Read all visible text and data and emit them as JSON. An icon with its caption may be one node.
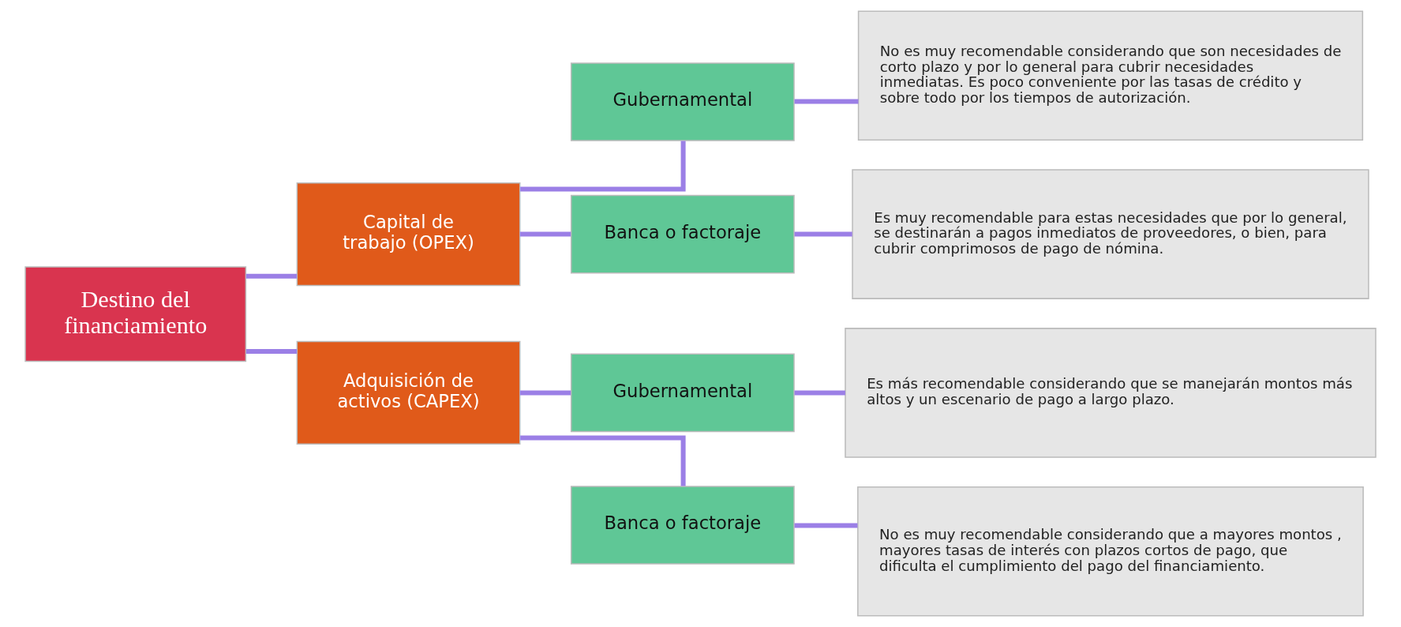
{
  "diagram": {
    "nodes": [
      {
        "text": [
          "Destino del financiamiento"
        ]
      },
      {
        "text": [
          "Capital de trabajo (OPEX)"
        ]
      },
      {
        "text": [
          "Gubernamental"
        ]
      },
      {
        "text": [
          "No es muy recomendable considerando que son necesidades de corto plazo y por lo general para cubrir necesidades inmediatas. Es poco conveniente por las tasas de crédito y sobre todo por los tiempos de autorización."
        ]
      },
      {
        "text": [
          "Banca o factoraje"
        ]
      },
      {
        "text": [
          "Es muy recomendable para estas necesidades que por lo general, se destinarán a pagos inmediatos de proveedores, o bien, para cubrir comprimosos de pago de nómina."
        ]
      },
      {
        "text": [
          "Adquisición de activos (CAPEX)"
        ]
      },
      {
        "text": [
          "Gubernamental"
        ]
      },
      {
        "text": [
          "Es más recomendable considerando que se manejarán montos más altos y un escenario de pago a largo plazo."
        ]
      },
      {
        "text": [
          "Banca o factoraje"
        ]
      },
      {
        "text": [
          "No es muy recomendable considerando que a mayores montos , mayores tasas de interés con plazos cortos de pago, que dificulta el cumplimiento del pago del financiamiento."
        ]
      }
    ],
    "edges": [
      {
        "from": 0,
        "to": 1,
        "arrow": "none"
      },
      {
        "from": 0,
        "to": 6,
        "arrow": "none"
      },
      {
        "from": 1,
        "to": 2,
        "arrow": "none"
      },
      {
        "from": 1,
        "to": 4,
        "arrow": "none"
      },
      {
        "from": 2,
        "to": 3,
        "arrow": "none"
      },
      {
        "from": 4,
        "to": 5,
        "arrow": "none"
      },
      {
        "from": 6,
        "to": 7,
        "arrow": "none"
      },
      {
        "from": 6,
        "to": 9,
        "arrow": "none"
      },
      {
        "from": 7,
        "to": 8,
        "arrow": "none"
      },
      {
        "from": 9,
        "to": 10,
        "arrow": "none"
      }
    ]
  }
}
